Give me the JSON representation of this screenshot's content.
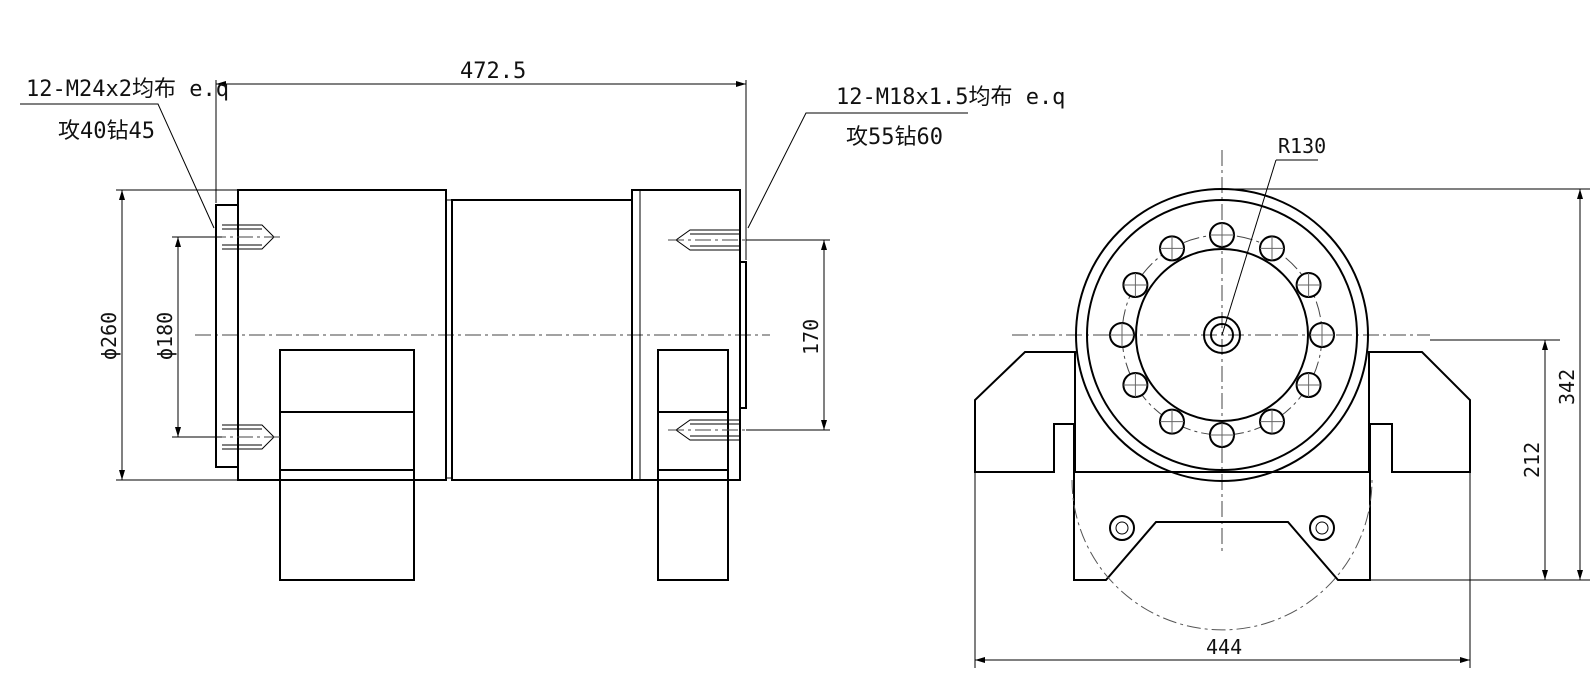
{
  "side_view": {
    "thread_note_left": {
      "line1": "12-M24x2均布 e.q",
      "line2": "攻40钻45"
    },
    "thread_note_right": {
      "line1": "12-M18x1.5均布 e.q",
      "line2": "攻55钻60"
    },
    "dim_length": "472.5",
    "dim_outer_dia": "ϕ260",
    "dim_inner_dia": "ϕ180",
    "dim_bolt_span": "170"
  },
  "front_view": {
    "dim_radius": "R130",
    "dim_height_total": "342",
    "dim_height_axis": "212",
    "dim_width": "444"
  }
}
